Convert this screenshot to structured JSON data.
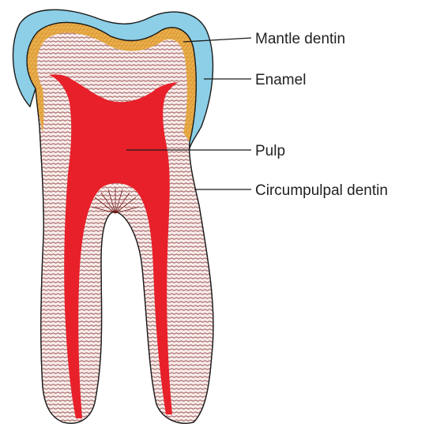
{
  "labels": {
    "mantle_dentin": "Mantle dentin",
    "enamel": "Enamel",
    "pulp": "Pulp",
    "circumpulpal_dentin": "Circumpulpal dentin"
  },
  "colors": {
    "enamel": "#8ccfe6",
    "mantle_dentin": "#e8a93a",
    "dentin": "#f7ecea",
    "tubules": "#8c3a3a",
    "pulp": "#e8202a"
  }
}
